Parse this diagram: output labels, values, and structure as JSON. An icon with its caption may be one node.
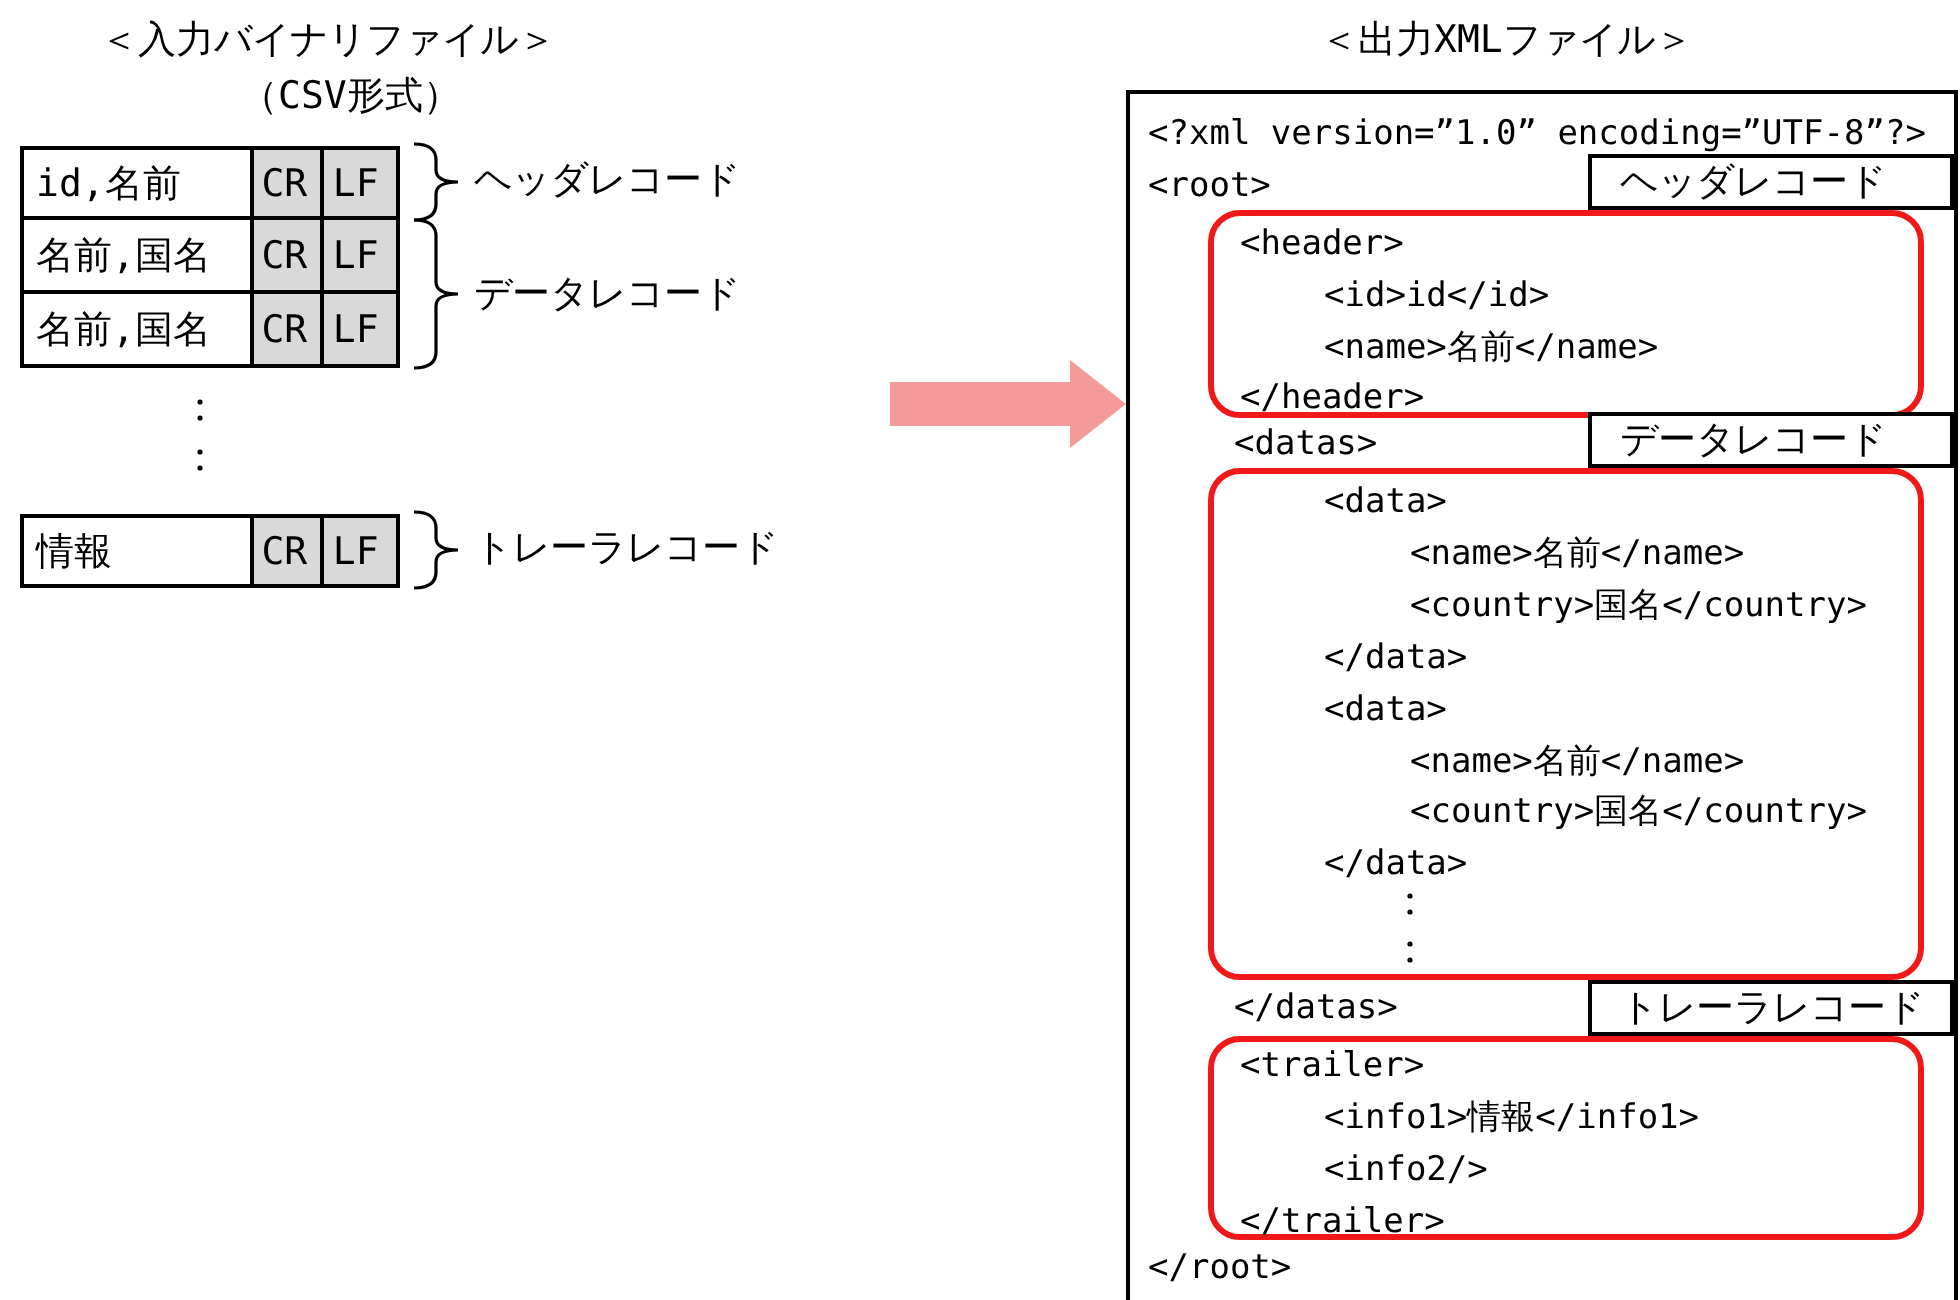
{
  "diagram": {
    "nodes": [
      {
        "text": [
          "id,名前",
          "CR",
          "LF"
        ]
      },
      {
        "text": [
          "名前,国名",
          "CR",
          "LF"
        ]
      },
      {
        "text": [
          "名前,国名",
          "CR",
          "LF"
        ]
      },
      {
        "text": [
          "情報",
          "CR",
          "LF"
        ]
      },
      {
        "text": [
          "<?xml version=”1.0” encoding=”UTF-8”?>",
          "<root>",
          "<datas>",
          "</datas>",
          "</root>"
        ]
      },
      {
        "text": [
          "<header>",
          "<id>id</id>",
          "<name>名前</name>",
          "</header>"
        ],
        "in": 4
      },
      {
        "text": [
          "ヘッダレコード"
        ],
        "in": 4
      },
      {
        "text": [
          "<data>",
          "<name>名前</name>",
          "<country>国名</country>",
          "</data>",
          "<data>",
          "<name>名前</name>",
          "<country>国名</country>",
          "</data>"
        ],
        "in": 4
      },
      {
        "text": [
          "データレコード"
        ],
        "in": 4
      },
      {
        "text": [
          "<trailer>",
          "<info1>情報</info1>",
          "<info2/>",
          "</trailer>"
        ],
        "in": 4
      },
      {
        "text": [
          "トレーラレコード"
        ],
        "in": 4
      }
    ],
    "edges": [
      {
        "from": null,
        "to": 4,
        "arrow": "to",
        "style": "thick",
        "color": "#f49a9a"
      }
    ],
    "labels": [
      "＜入力バイナリファイル＞",
      "＜出力XMLファイル＞",
      "（CSV形式）",
      "ヘッダレコード",
      "データレコード",
      "トレーラレコード"
    ]
  }
}
